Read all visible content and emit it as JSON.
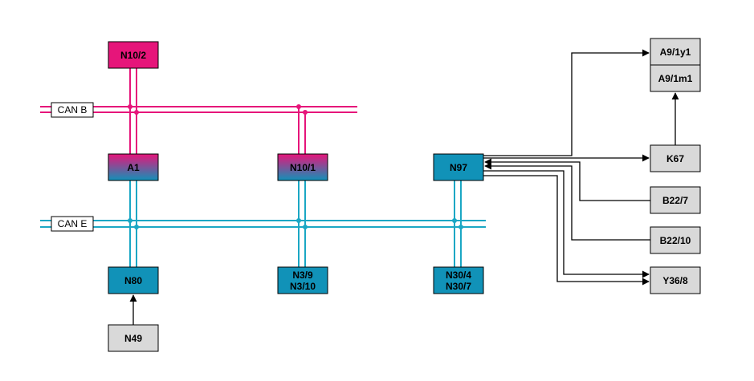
{
  "colors": {
    "can_b": "#e6157a",
    "can_e": "#1ba7c4",
    "module": "#1192b8",
    "module_pink": "#e6157a",
    "gray_box": "#d9d9d9",
    "stroke": "#000000"
  },
  "buses": {
    "can_b": "CAN B",
    "can_e": "CAN E"
  },
  "modules": {
    "n10_2": "N10/2",
    "a1": "A1",
    "n10_1": "N10/1",
    "n97": "N97",
    "n80": "N80",
    "n3_9": "N3/9",
    "n3_10": "N3/10",
    "n30_4": "N30/4",
    "n30_7": "N30/7"
  },
  "components": {
    "n49": "N49",
    "a9_1y1": "A9/1y1",
    "a9_1m1": "A9/1m1",
    "k67": "K67",
    "b22_7": "B22/7",
    "b22_10": "B22/10",
    "y36_8": "Y36/8"
  }
}
